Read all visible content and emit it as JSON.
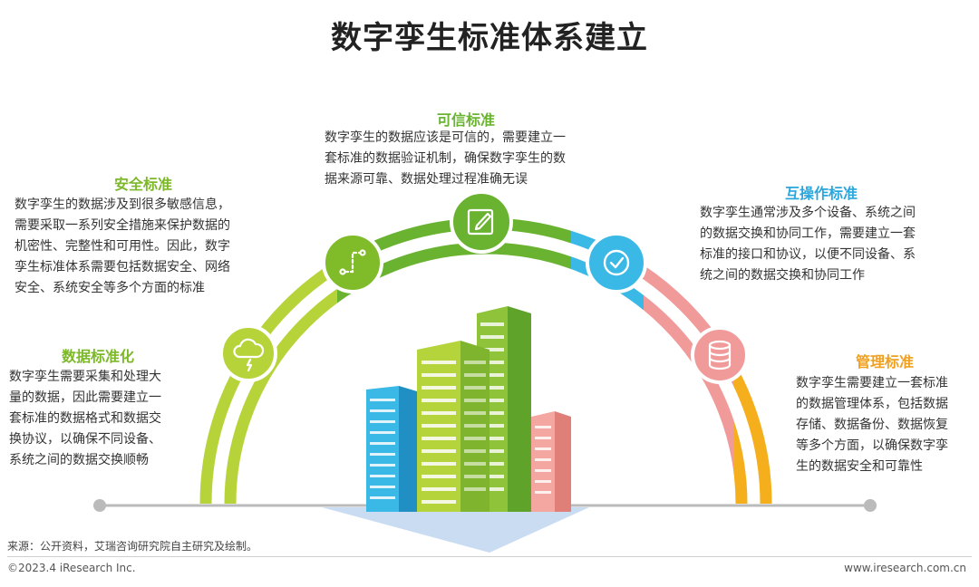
{
  "title": "数字孪生标准体系建立",
  "colors": {
    "green_dark": "#6ab330",
    "green_light": "#b6d43a",
    "cyan": "#3ab8e6",
    "pink": "#f09a9a",
    "orange": "#f5ae1c",
    "baseline": "#bbbbbb"
  },
  "sections": {
    "data_standardization": {
      "icon": "cloud-bolt-icon",
      "heading": "数据标准化",
      "lines": [
        "数字孪生需要采集和处理大",
        "量的数据，因此需要建立一",
        "套标准的数据格式和数据交",
        "换协议，以确保不同设备、",
        "系统之间的数据交换顺畅"
      ]
    },
    "security_standard": {
      "icon": "route-icon",
      "heading": "安全标准",
      "lines": [
        "数字孪生的数据涉及到很多敏感信息，",
        "需要采取一系列安全措施来保护数据的",
        "机密性、完整性和可用性。因此，数字",
        "孪生标准体系需要包括数据安全、网络",
        "安全、系统安全等多个方面的标准"
      ]
    },
    "trusted_standard": {
      "icon": "edit-icon",
      "heading": "可信标准",
      "lines": [
        "数字孪生的数据应该是可信的，需要建立一",
        "套标准的数据验证机制，确保数字孪生的数",
        "据来源可靠、数据处理过程准确无误"
      ]
    },
    "interoperability_standard": {
      "icon": "check-circle-icon",
      "heading": "互操作标准",
      "lines": [
        "数字孪生通常涉及多个设备、系统之间",
        "的数据交换和协同工作，需要建立一套",
        "标准的接口和协议，以便不同设备、系",
        "统之间的数据交换和协同工作"
      ]
    },
    "management_standard": {
      "icon": "database-icon",
      "heading": "管理标准",
      "lines": [
        "数字孪生需要建立一套标准",
        "的数据管理体系，包括数据",
        "存储、数据备份、数据恢复",
        "等多个方面，以确保数字孪",
        "生的数据安全和可靠性"
      ]
    }
  },
  "footer": {
    "source": "来源：公开资料，艾瑞咨询研究院自主研究及绘制。",
    "copyright": "©2023.4 iResearch Inc.",
    "website": "www.iresearch.com.cn"
  }
}
